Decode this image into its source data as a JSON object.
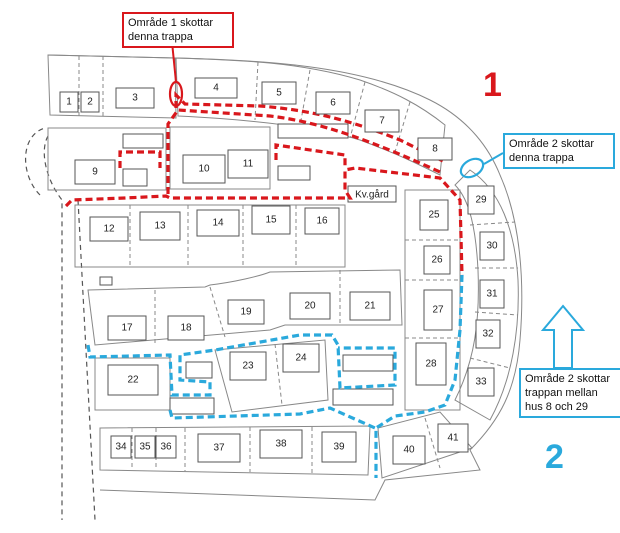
{
  "area1": {
    "callout": "Område 1 skottar denna trappa",
    "big_label": "1",
    "color": "#d9171c"
  },
  "area2": {
    "callout_top": "Område 2 skottar denna trappa",
    "callout_bottom": "Område 2 skottar trappan mellan hus 8 och 29",
    "big_label": "2",
    "color": "#2aa9dc"
  },
  "common_building": "Kv.gård",
  "houses": [
    "1",
    "2",
    "3",
    "4",
    "5",
    "6",
    "7",
    "8",
    "9",
    "10",
    "11",
    "12",
    "13",
    "14",
    "15",
    "16",
    "17",
    "18",
    "19",
    "20",
    "21",
    "22",
    "23",
    "24",
    "25",
    "26",
    "27",
    "28",
    "29",
    "30",
    "31",
    "32",
    "33",
    "34",
    "35",
    "36",
    "37",
    "38",
    "39",
    "40",
    "41"
  ]
}
